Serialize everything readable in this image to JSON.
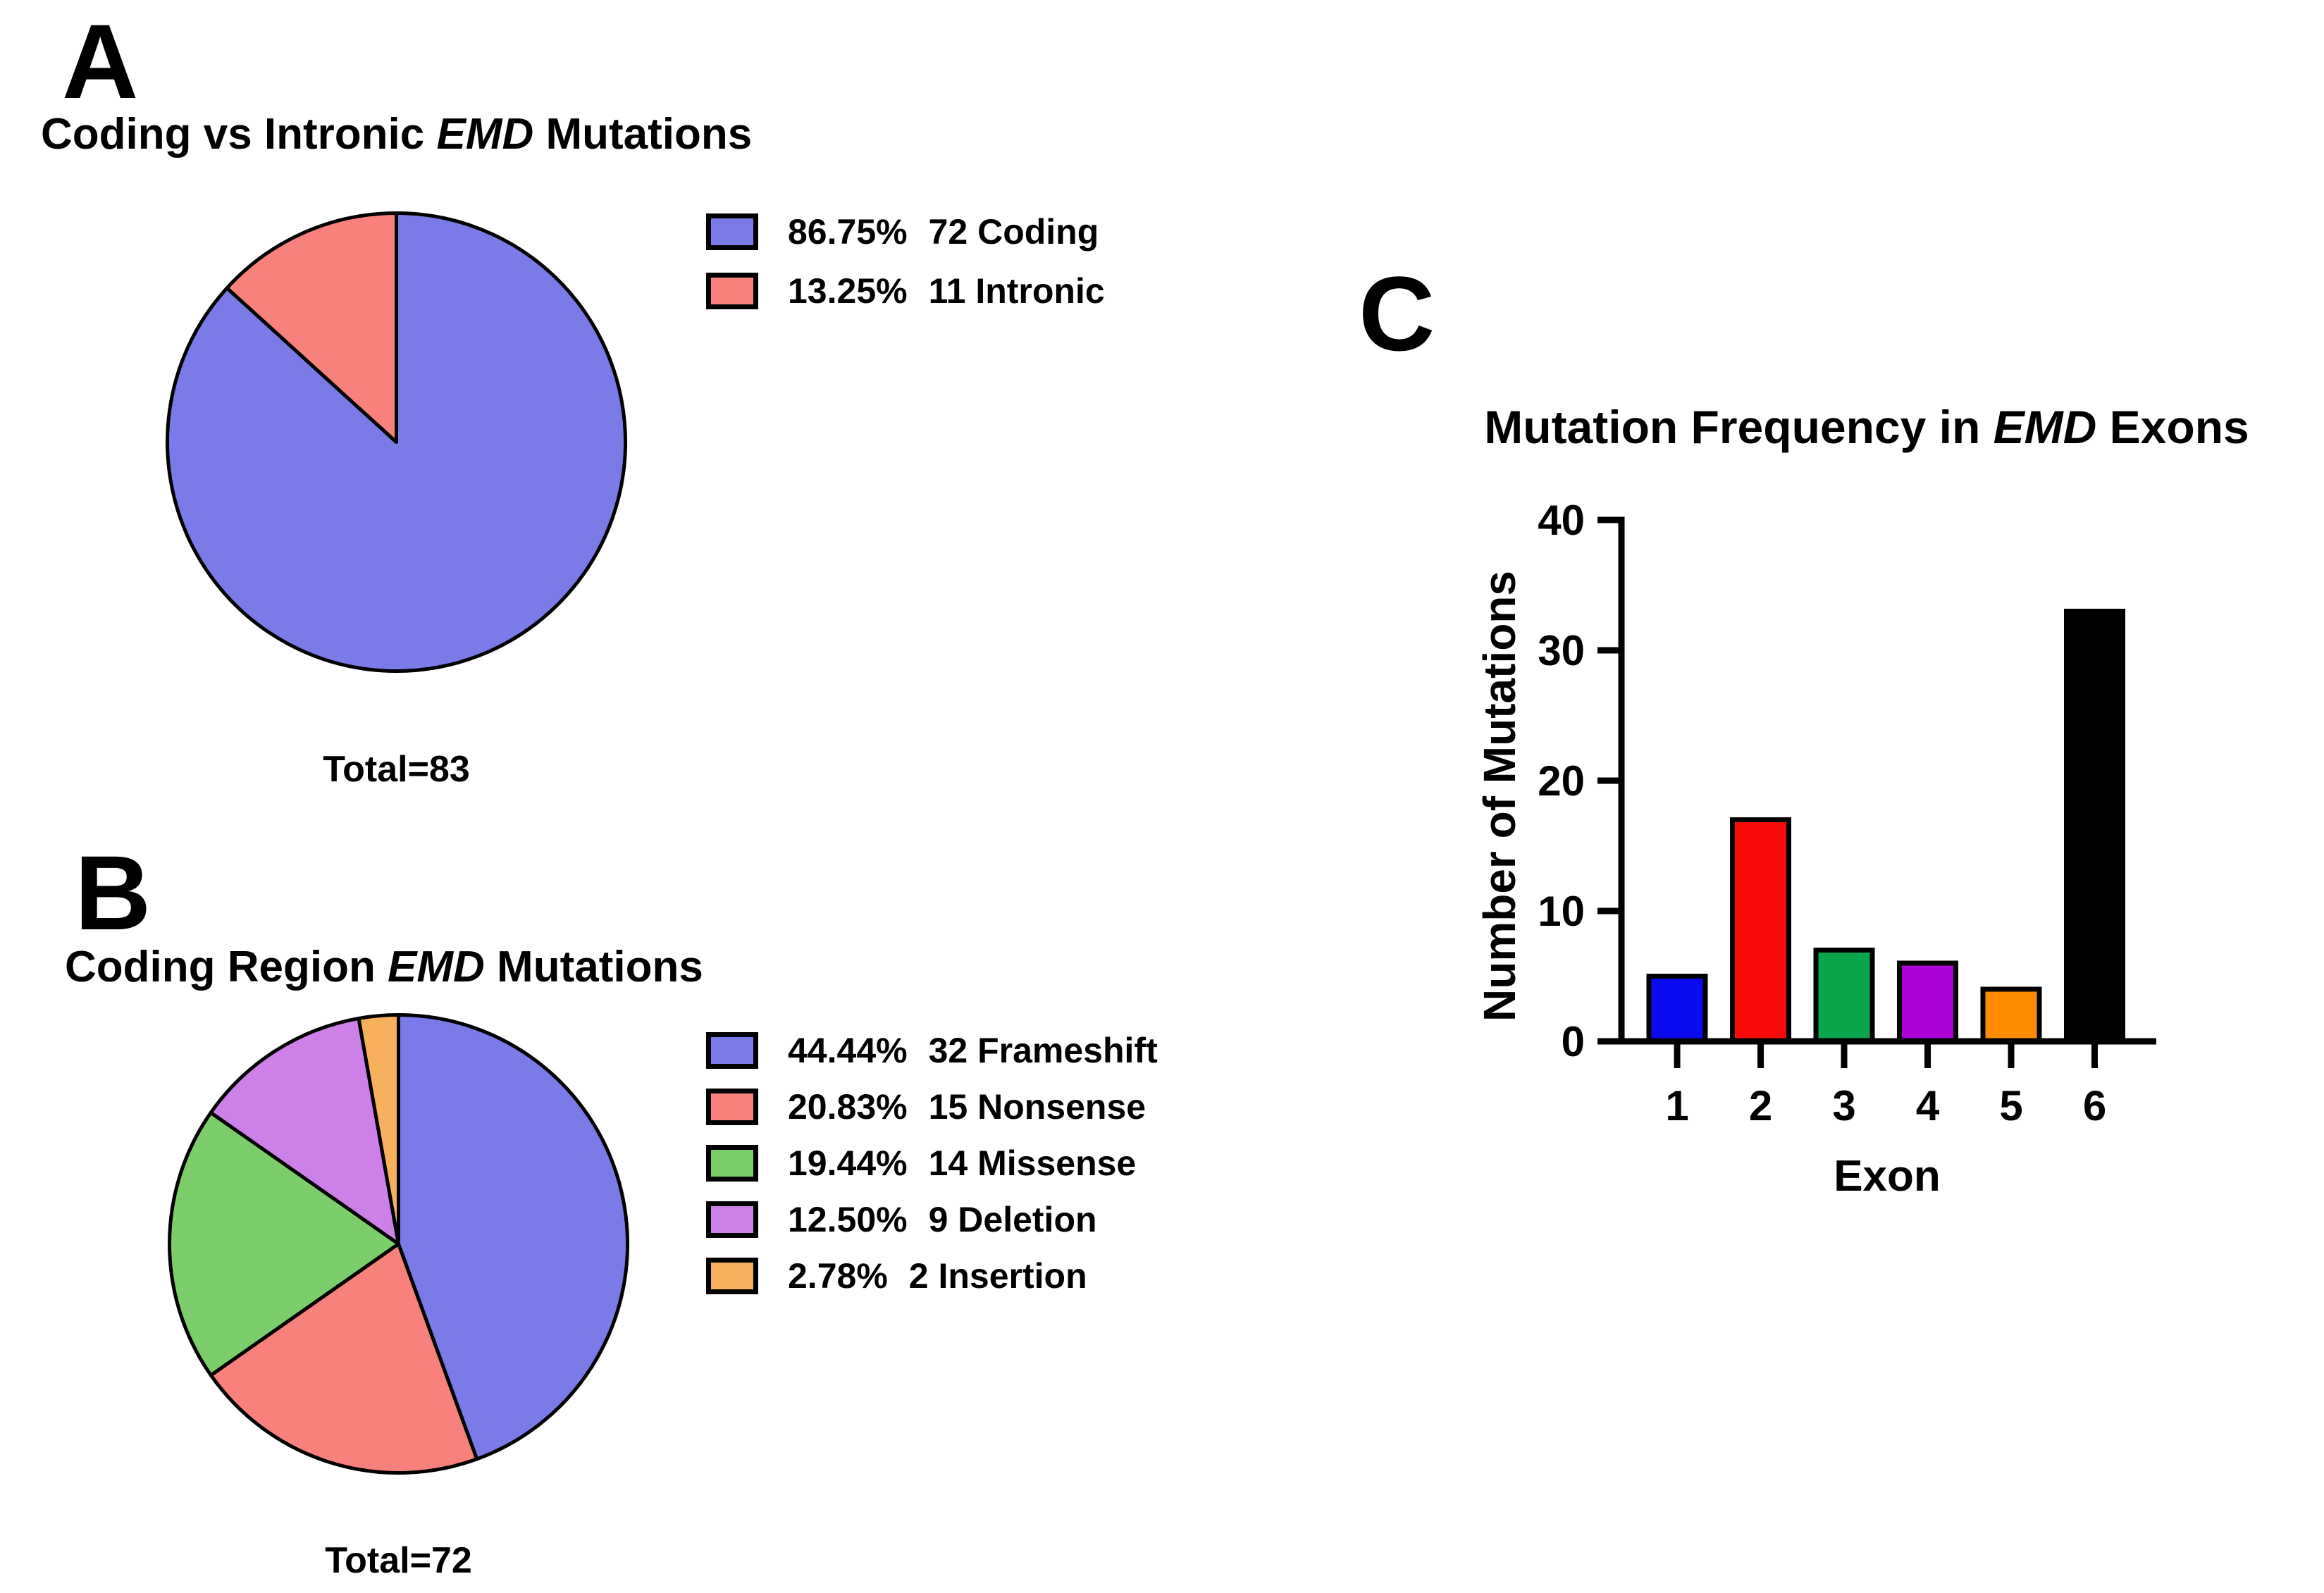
{
  "panelA": {
    "letter": "A",
    "title": {
      "pre": "Coding vs Intronic ",
      "italic": "EMD",
      "post": " Mutations"
    },
    "total_label": "Total=83",
    "legend": [
      {
        "percent": "86.75%",
        "label": "72 Coding",
        "color": "#7a7ae8"
      },
      {
        "percent": "13.25%",
        "label": "11 Intronic",
        "color": "#f8817b"
      }
    ]
  },
  "panelB": {
    "letter": "B",
    "title": {
      "pre": "Coding Region ",
      "italic": "EMD",
      "post": " Mutations"
    },
    "total_label": "Total=72",
    "legend": [
      {
        "percent": "44.44%",
        "label": "32 Frameshift",
        "color": "#7a7ae8"
      },
      {
        "percent": "20.83%",
        "label": "15 Nonsense",
        "color": "#f8817b"
      },
      {
        "percent": "19.44%",
        "label": "14 Missense",
        "color": "#7cce6b"
      },
      {
        "percent": "12.50%",
        "label": "9 Deletion",
        "color": "#cd80e8"
      },
      {
        "percent": "2.78%",
        "label": "2 Insertion",
        "color": "#f7b15c"
      }
    ]
  },
  "panelC": {
    "letter": "C",
    "title": {
      "pre": "Mutation Frequency in ",
      "italic": "EMD",
      "post": " Exons"
    },
    "xlabel": "Exon",
    "ylabel": "Number of Mutations"
  },
  "chart_data": [
    {
      "id": "pieA",
      "type": "pie",
      "title": "Coding vs Intronic EMD Mutations",
      "total": 83,
      "total_label": "Total=83",
      "start_angle_deg": 0,
      "direction": "clockwise-from-12-oclock",
      "slices": [
        {
          "label": "Coding",
          "count": 72,
          "percent": 86.75,
          "color": "#7a7ae8"
        },
        {
          "label": "Intronic",
          "count": 11,
          "percent": 13.25,
          "color": "#f8817b"
        }
      ]
    },
    {
      "id": "pieB",
      "type": "pie",
      "title": "Coding Region EMD Mutations",
      "total": 72,
      "total_label": "Total=72",
      "start_angle_deg": 0,
      "direction": "clockwise-from-12-oclock",
      "slices": [
        {
          "label": "Frameshift",
          "count": 32,
          "percent": 44.44,
          "color": "#7a7ae8"
        },
        {
          "label": "Nonsense",
          "count": 15,
          "percent": 20.83,
          "color": "#f8817b"
        },
        {
          "label": "Missense",
          "count": 14,
          "percent": 19.44,
          "color": "#7cce6b"
        },
        {
          "label": "Deletion",
          "count": 9,
          "percent": 12.5,
          "color": "#cd80e8"
        },
        {
          "label": "Insertion",
          "count": 2,
          "percent": 2.78,
          "color": "#f7b15c"
        }
      ]
    },
    {
      "id": "barC",
      "type": "bar",
      "title": "Mutation Frequency in EMD Exons",
      "xlabel": "Exon",
      "ylabel": "Number of Mutations",
      "categories": [
        "1",
        "2",
        "3",
        "4",
        "5",
        "6"
      ],
      "values": [
        5,
        17,
        7,
        6,
        4,
        33
      ],
      "bar_colors": [
        "#0b0bf0",
        "#fa0a0a",
        "#0aa64b",
        "#a800d6",
        "#ff8c00",
        "#000000"
      ],
      "yticks": [
        0,
        10,
        20,
        30,
        40
      ],
      "ylim": [
        0,
        40
      ],
      "grid": false,
      "legend_position": "none"
    }
  ]
}
